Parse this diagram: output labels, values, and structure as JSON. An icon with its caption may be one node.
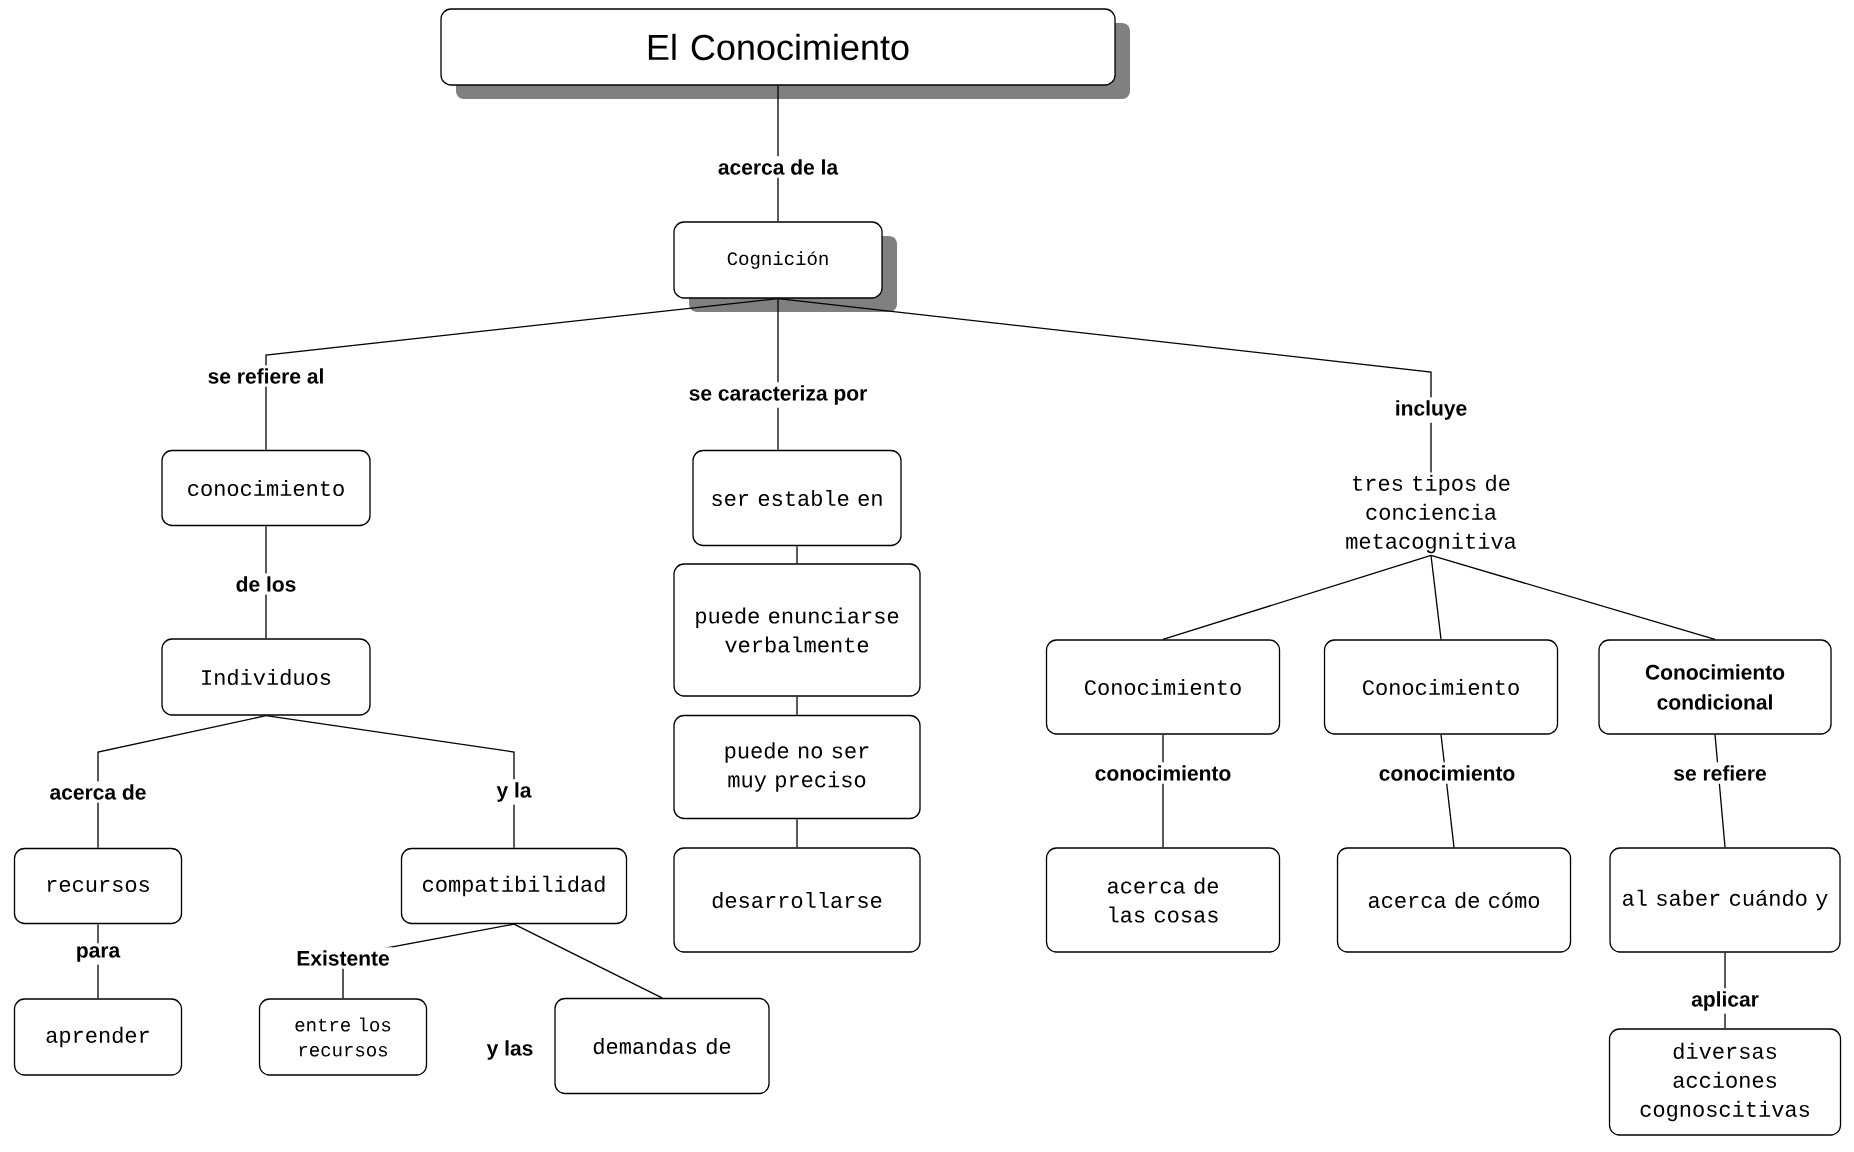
{
  "diagram": {
    "nodes": [
      {
        "text": [
          "El Conocimiento"
        ]
      },
      {
        "text": [
          "Cognición"
        ]
      },
      {
        "text": [
          "conocimiento"
        ]
      },
      {
        "text": [
          "Individuos"
        ]
      },
      {
        "text": [
          "recursos"
        ]
      },
      {
        "text": [
          "aprender"
        ]
      },
      {
        "text": [
          "compatibilidad"
        ]
      },
      {
        "text": [
          "entre los recursos"
        ]
      },
      {
        "text": [
          "demandas de"
        ]
      },
      {
        "text": [
          "ser estable en"
        ]
      },
      {
        "text": [
          "puede enunciarse verbalmente"
        ]
      },
      {
        "text": [
          "puede no ser muy preciso"
        ]
      },
      {
        "text": [
          "desarrollarse"
        ]
      },
      {
        "text": [
          "tres tipos de conciencia metacognitiva"
        ]
      },
      {
        "text": [
          "Conocimiento"
        ]
      },
      {
        "text": [
          "Conocimiento"
        ]
      },
      {
        "text": [
          "Conocimiento condicional"
        ]
      },
      {
        "text": [
          "acerca de las cosas"
        ]
      },
      {
        "text": [
          "acerca de cómo"
        ]
      },
      {
        "text": [
          "al saber cuándo y"
        ]
      },
      {
        "text": [
          "diversas acciones cognoscitivas"
        ]
      }
    ],
    "edges": [
      {
        "from": 0,
        "to": 1,
        "arrow": "none",
        "label": "acerca de la"
      },
      {
        "from": 1,
        "to": 2,
        "arrow": "none",
        "label": "se refiere al"
      },
      {
        "from": 1,
        "to": 9,
        "arrow": "none",
        "label": "se caracteriza por"
      },
      {
        "from": 1,
        "to": 13,
        "arrow": "none",
        "label": "incluye"
      },
      {
        "from": 2,
        "to": 3,
        "arrow": "none",
        "label": "de los"
      },
      {
        "from": 3,
        "to": 4,
        "arrow": "none",
        "label": "acerca de"
      },
      {
        "from": 3,
        "to": 6,
        "arrow": "none",
        "label": "y la"
      },
      {
        "from": 4,
        "to": 5,
        "arrow": "none",
        "label": "para"
      },
      {
        "from": 6,
        "to": 7,
        "arrow": "none",
        "label": "Existente"
      },
      {
        "from": 6,
        "to": 8,
        "arrow": "none",
        "label": "y las"
      },
      {
        "from": 9,
        "to": 10,
        "arrow": "none"
      },
      {
        "from": 10,
        "to": 11,
        "arrow": "none"
      },
      {
        "from": 11,
        "to": 12,
        "arrow": "none"
      },
      {
        "from": 13,
        "to": 14,
        "arrow": "none"
      },
      {
        "from": 13,
        "to": 15,
        "arrow": "none"
      },
      {
        "from": 13,
        "to": 16,
        "arrow": "none"
      },
      {
        "from": 14,
        "to": 17,
        "arrow": "none",
        "label": "conocimiento"
      },
      {
        "from": 15,
        "to": 18,
        "arrow": "none",
        "label": "conocimiento"
      },
      {
        "from": 16,
        "to": 19,
        "arrow": "none",
        "label": "se refiere"
      },
      {
        "from": 19,
        "to": 20,
        "arrow": "none",
        "label": "aplicar"
      }
    ]
  }
}
